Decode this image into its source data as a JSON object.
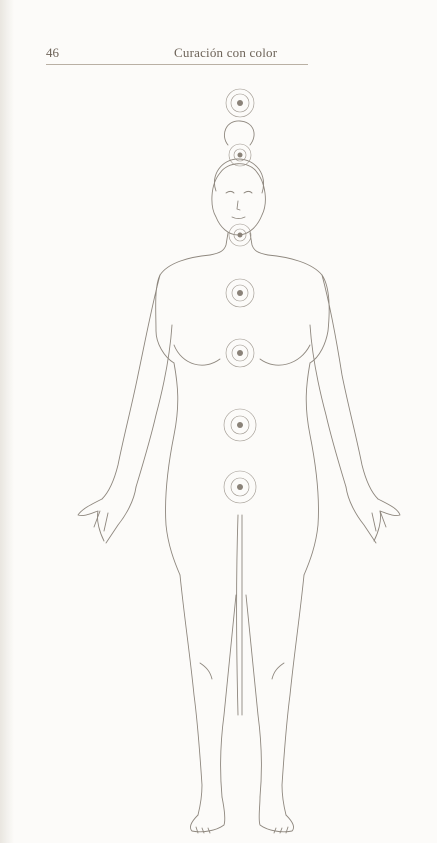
{
  "header": {
    "page_number": "46",
    "running_title": "Curación con color"
  },
  "figure": {
    "subject": "human-body-outline-with-chakras",
    "chakra_count": 7,
    "colors": {
      "line": "#8e877e",
      "paper": "#fcfbf9",
      "text": "#6d6358"
    }
  }
}
